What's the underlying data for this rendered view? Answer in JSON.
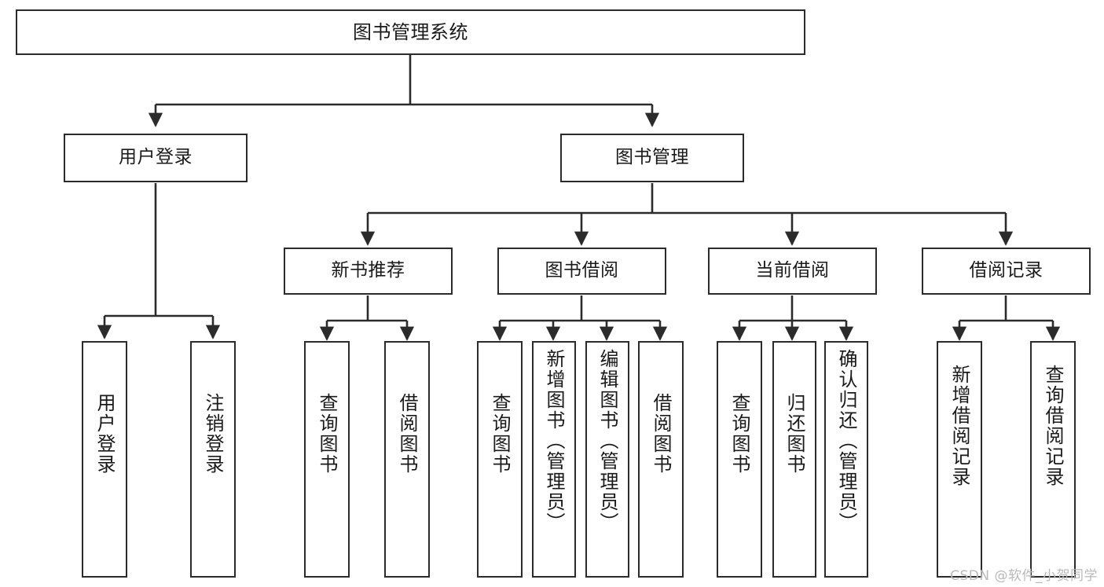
{
  "diagram": {
    "title": "图书管理系统",
    "type": "tree-hierarchy-chart",
    "watermark": "CSDN @软件_小贺同学",
    "line_color": "#2b2b2b",
    "box_fill": "#ffffff",
    "text_color": "#1a1a1a",
    "watermark_color": "#b9b9b9"
  },
  "nodes": {
    "root": {
      "label": "图书管理系统"
    },
    "level2": [
      {
        "label": "用户登录"
      },
      {
        "label": "图书管理"
      }
    ],
    "level3": [
      {
        "label": "新书推荐"
      },
      {
        "label": "图书借阅"
      },
      {
        "label": "当前借阅"
      },
      {
        "label": "借阅记录"
      }
    ],
    "leaves": {
      "user_login": [
        {
          "label": "用户登录"
        },
        {
          "label": "注销登录"
        }
      ],
      "new_book_recommend": [
        {
          "label": "查询图书"
        },
        {
          "label": "借阅图书"
        }
      ],
      "book_borrow": [
        {
          "label": "查询图书"
        },
        {
          "label": "新增图书（管理员）"
        },
        {
          "label": "编辑图书（管理员）"
        },
        {
          "label": "借阅图书"
        }
      ],
      "current_borrow": [
        {
          "label": "查询图书"
        },
        {
          "label": "归还图书"
        },
        {
          "label": "确认归还（管理员）"
        }
      ],
      "borrow_record": [
        {
          "label": "新增借阅记录"
        },
        {
          "label": "查询借阅记录"
        }
      ]
    }
  }
}
